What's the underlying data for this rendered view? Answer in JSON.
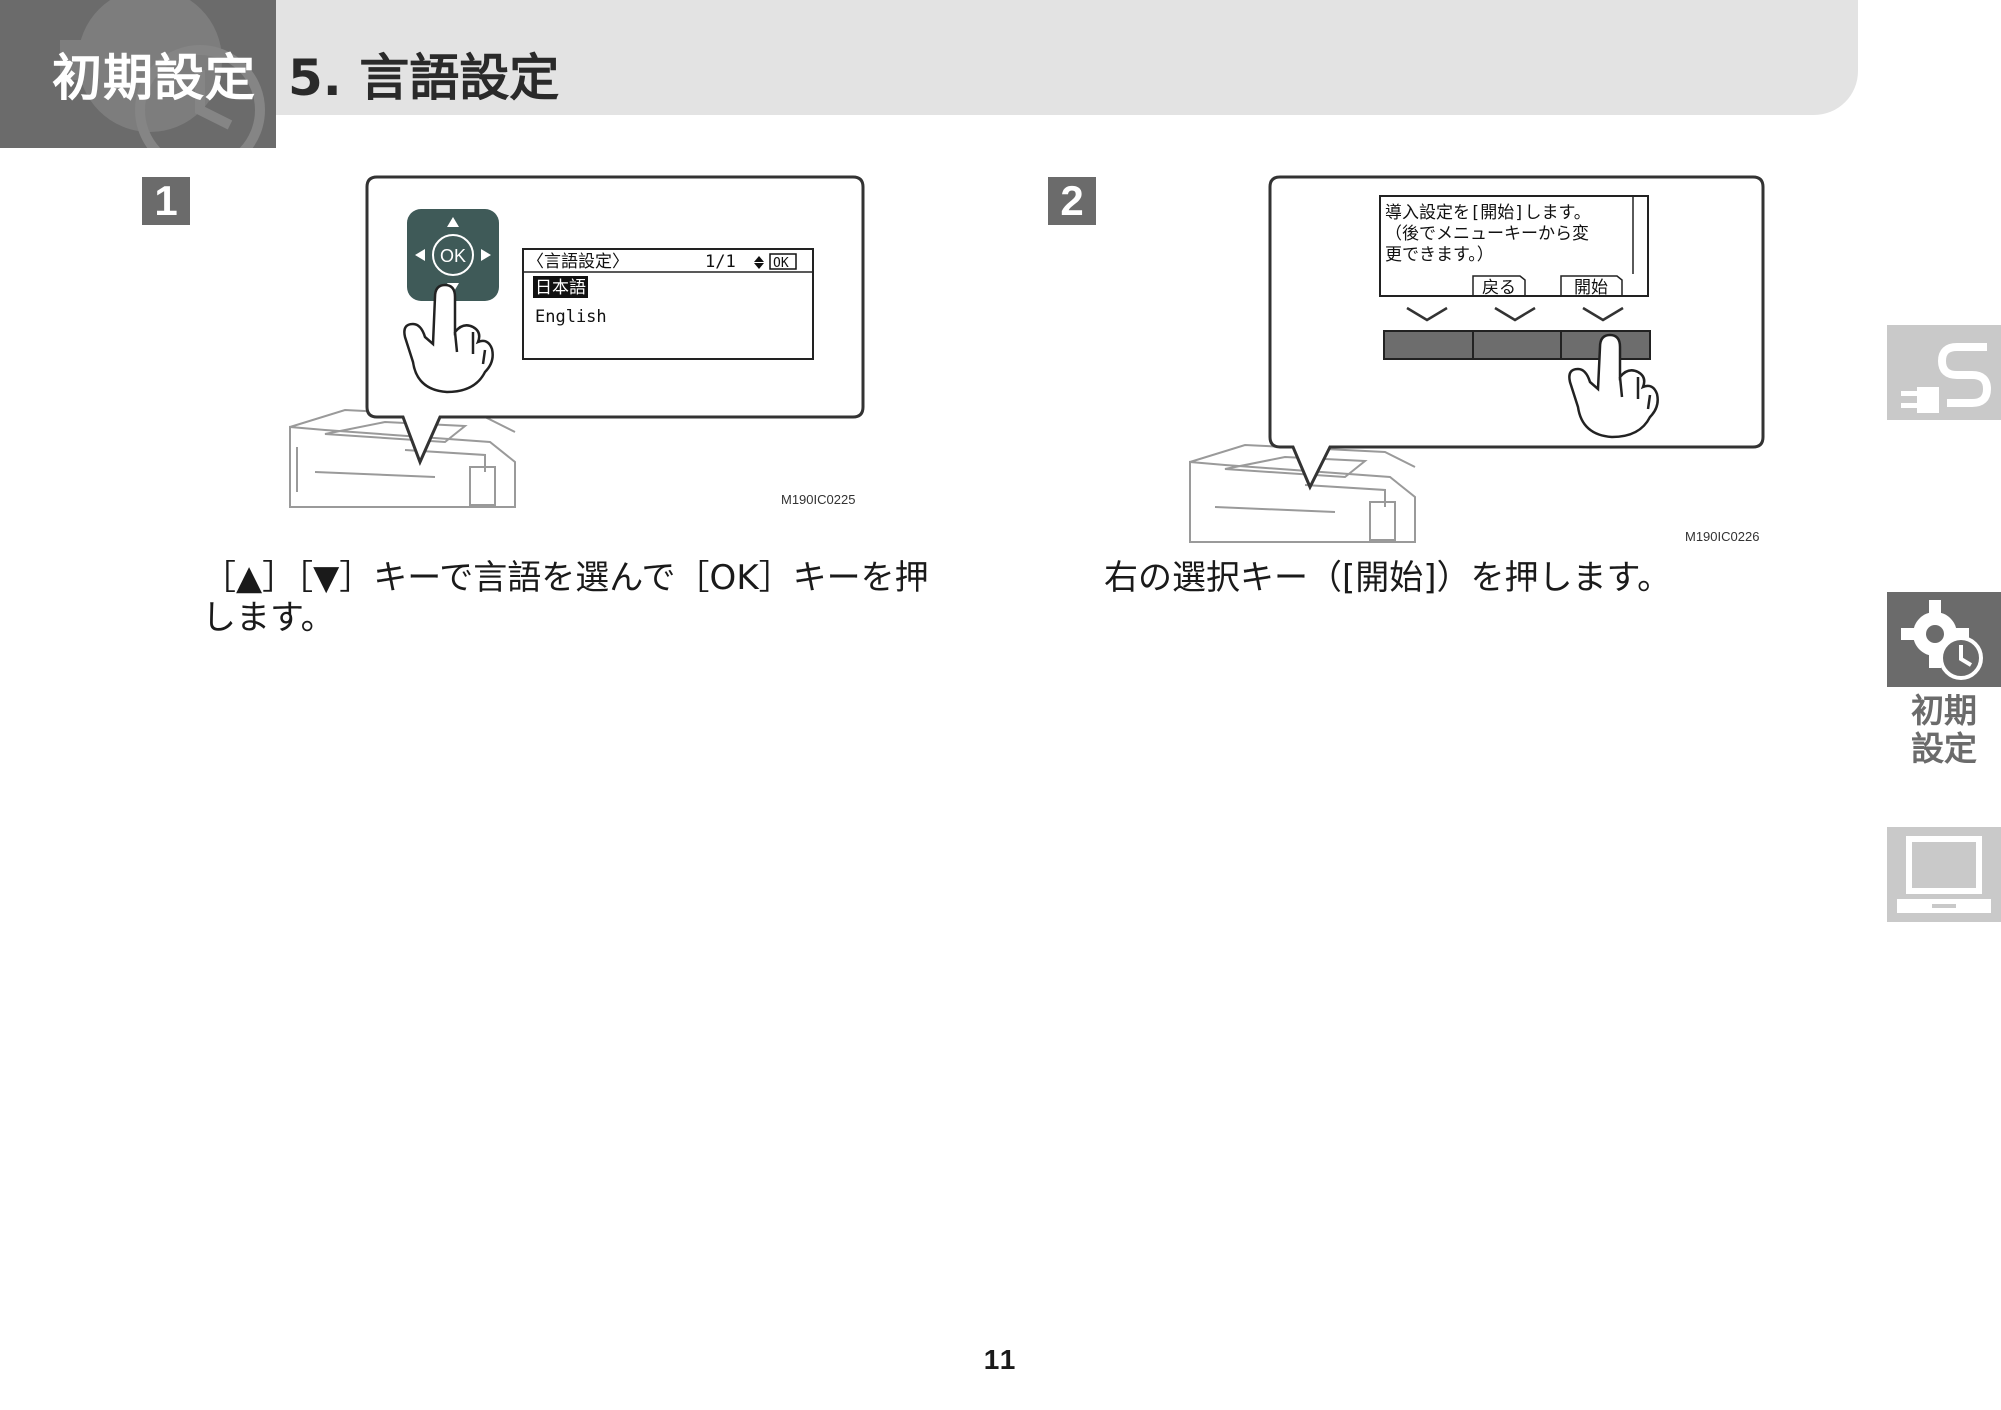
{
  "header": {
    "chapter_label": "初期設定",
    "section_title": "5. 言語設定"
  },
  "steps": [
    {
      "number": "1",
      "figure_code": "M190IC0225",
      "lcd": {
        "title": "〈言語設定〉",
        "page": "1/1",
        "ok_label": "OK",
        "options": [
          "日本語",
          "English"
        ],
        "selected": "日本語"
      },
      "keypad_ok_label": "OK",
      "instruction_lines": [
        "［▲］［▼］キーで言語を選んで［OK］キーを押",
        "します。"
      ]
    },
    {
      "number": "2",
      "figure_code": "M190IC0226",
      "lcd": {
        "message_lines": [
          "導入設定を[開始]します。",
          "（後でメニューキーから変",
          "更できます。）"
        ],
        "soft_keys": [
          "戻る",
          "開始"
        ]
      },
      "instruction_lines": [
        "右の選択キー（[開始]）を押します。"
      ]
    }
  ],
  "side_tabs": [
    {
      "name": "connection",
      "icon": "power-plug-icon",
      "active": false
    },
    {
      "name": "initial-setup",
      "icon": "gear-clock-icon",
      "active": true,
      "label_lines": [
        "初期",
        "設定"
      ]
    },
    {
      "name": "computer",
      "icon": "laptop-icon",
      "active": false
    }
  ],
  "page_number": "11",
  "colors": {
    "tab_dark": "#6b6b6b",
    "tab_light": "#c9c9c9",
    "header_bg": "#e3e3e3",
    "keypad": "#3f5a58"
  }
}
